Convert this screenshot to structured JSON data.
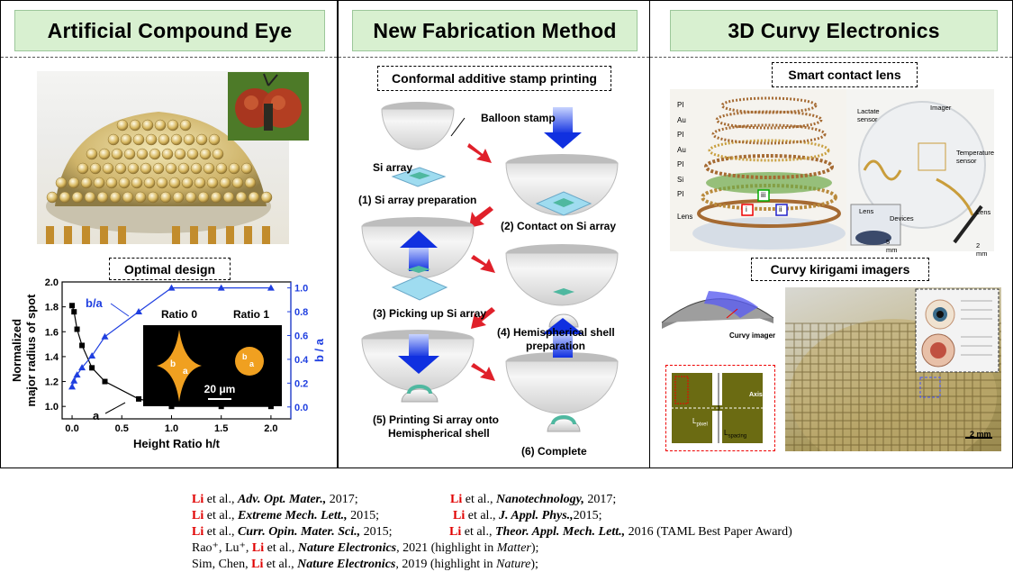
{
  "panels": {
    "left": {
      "title": "Artificial Compound Eye",
      "design_label": "Optimal design",
      "inset": {
        "ratio0": "Ratio 0",
        "ratio1": "Ratio 1",
        "scale": "20 μm",
        "b": "b",
        "a": "a"
      }
    },
    "middle": {
      "title": "New Fabrication Method",
      "process_label": "Conformal additive stamp printing",
      "balloon": "Balloon stamp",
      "si_array": "Si array",
      "steps": [
        "(1) Si array preparation",
        "(2) Contact on Si array",
        "(3) Picking up Si array",
        "(4) Hemispherical shell",
        "preparation",
        "(5) Printing Si array onto",
        "Hemispherical shell",
        "(6) Complete"
      ]
    },
    "right": {
      "title": "3D Curvy Electronics",
      "lens_label": "Smart contact lens",
      "kirigami_label": "Curvy kirigami imagers",
      "layers": [
        "PI",
        "Au",
        "PI",
        "Au",
        "PI",
        "Si",
        "PI",
        "Lens"
      ],
      "markers": [
        "i",
        "ii",
        "iii"
      ],
      "lens_annotations": {
        "lactate": "Lactate sensor",
        "imager": "Imager",
        "temperature": "Temperature sensor",
        "lens": "Lens",
        "lens2": "Lens",
        "devices": "Devices",
        "scale1": "5 mm",
        "scale2": "2 mm"
      },
      "kirigami_annotations": {
        "curvy_imager": "Curvy imager",
        "axis": "Axis",
        "lpixel": "L",
        "lpixel_sub": "pixel",
        "lspacing": "L",
        "lspacing_sub": "spacing",
        "scale": "2 mm"
      }
    }
  },
  "chart_data": {
    "type": "scatter",
    "xlabel": "Height Ratio h/t",
    "ylabel": "Normalized major radius of spot",
    "ylabel_right": "b / a",
    "xlim": [
      -0.1,
      2.2
    ],
    "ylim": [
      0.9,
      2.0
    ],
    "ylim_right": [
      -0.1,
      1.05
    ],
    "x_ticks": [
      "0.0",
      "0.5",
      "1.0",
      "1.5",
      "2.0"
    ],
    "y_ticks": [
      "1.0",
      "1.2",
      "1.4",
      "1.6",
      "1.8",
      "2.0"
    ],
    "y2_ticks": [
      "0.0",
      "0.2",
      "0.4",
      "0.6",
      "0.8",
      "1.0"
    ],
    "series": [
      {
        "name": "a",
        "axis": "left",
        "color": "#000000",
        "marker": "square",
        "x": [
          0.0,
          0.02,
          0.05,
          0.1,
          0.2,
          0.33,
          0.67,
          1.0,
          1.5,
          2.0
        ],
        "y": [
          1.81,
          1.76,
          1.62,
          1.49,
          1.31,
          1.2,
          1.06,
          1.0,
          1.0,
          1.0
        ]
      },
      {
        "name": "b/a",
        "axis": "right",
        "color": "#1f3fe0",
        "marker": "triangle",
        "x": [
          0.0,
          0.02,
          0.05,
          0.1,
          0.2,
          0.33,
          0.67,
          1.0,
          1.5,
          2.0
        ],
        "y": [
          0.17,
          0.22,
          0.27,
          0.33,
          0.43,
          0.59,
          0.8,
          1.0,
          1.0,
          1.0
        ]
      }
    ]
  },
  "references": [
    {
      "pre": "",
      "li": "Li",
      "post": " et al., ",
      "journal": "Adv. Opt. Mater.,",
      "tail": " 2017;",
      "pre2": "",
      "li2": "Li",
      "post2": " et al., ",
      "journal2": "Nanotechnology,",
      "tail2": " 2017;"
    },
    {
      "pre": "",
      "li": "Li",
      "post": " et al., ",
      "journal": "Extreme Mech. Lett.,",
      "tail": " 2015;",
      "pre2": "",
      "li2": "Li",
      "post2": " et al., ",
      "journal2": "J. Appl. Phys.,",
      "tail2": "2015;"
    },
    {
      "pre": "",
      "li": "Li",
      "post": " et al., ",
      "journal": "Curr. Opin. Mater. Sci.,",
      "tail": " 2015;",
      "pre2": "",
      "li2": "Li",
      "post2": " et al., ",
      "journal2": "Theor. Appl. Mech. Lett.,",
      "tail2": " 2016 (TAML Best Paper Award)"
    },
    {
      "pre": "Rao⁺, Lu⁺, ",
      "li": "Li",
      "post": " et al., ",
      "journal": "Nature Electronics",
      "tail": ", 2021  (highlight in ",
      "tail_i": "Matter",
      "tail_end": ");"
    },
    {
      "pre": "Sim, Chen, ",
      "li": "Li",
      "post": " et al., ",
      "journal": "Nature Electronics",
      "tail": ", 2019 (highlight in ",
      "tail_i": "Nature",
      "tail_end": ");"
    }
  ],
  "colors": {
    "banner": "#d8f0d0",
    "li_red": "#e00000",
    "blue": "#1f3fe0",
    "arrow_red": "#e0202a",
    "arrow_blue": "#1030e0"
  }
}
